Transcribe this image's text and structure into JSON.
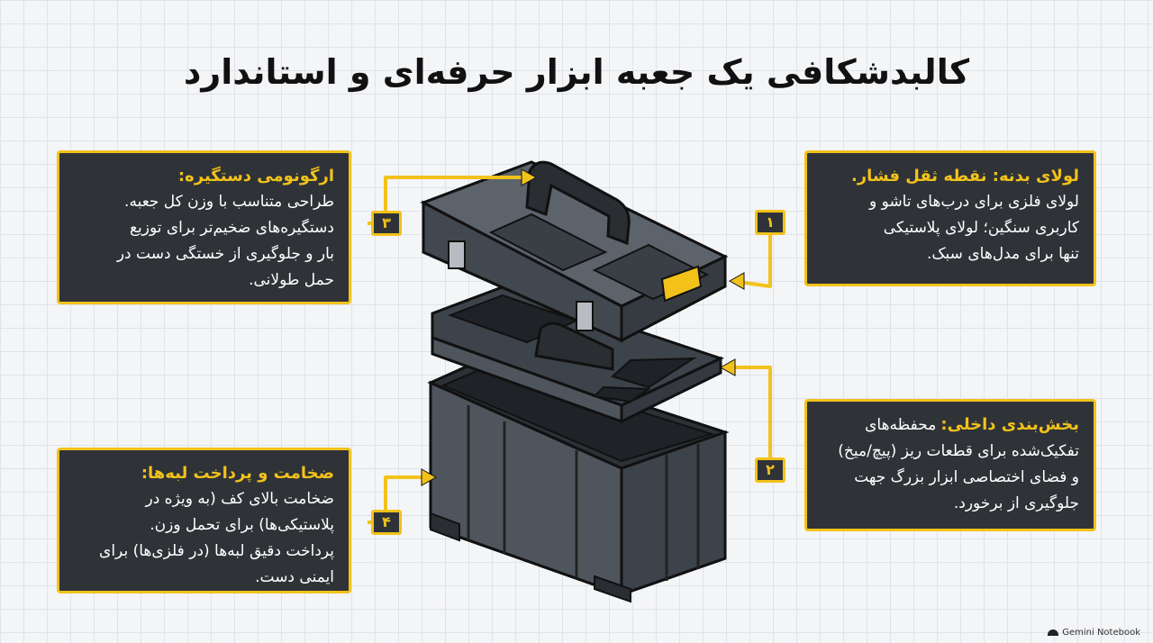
{
  "title": "کالبدشکافی یک جعبه ابزار حرفه‌ای و استاندارد",
  "callouts": [
    {
      "badge": "۱",
      "heading": "لولای بدنه: نقطه ثقل فشار.",
      "lines": [
        "لولای فلزی برای درب‌های تاشو و",
        "کاربری سنگین؛ لولای پلاستیکی",
        "تنها برای مدل‌های سبک."
      ]
    },
    {
      "badge": "۲",
      "heading": "بخش‌بندی داخلی:",
      "heading_suffix": "محفظه‌های",
      "lines": [
        "تفکیک‌شده برای قطعات ریز (پیچ/میخ)",
        "و فضای اختصاصی ابزار بزرگ جهت",
        "جلوگیری از برخورد."
      ]
    },
    {
      "badge": "۳",
      "heading": "ارگونومی دستگیره:",
      "lines": [
        "طراحی متناسب با وزن کل جعبه.",
        "دستگیره‌های ضخیم‌تر برای توزیع",
        "بار و جلوگیری از خستگی دست در",
        "حمل طولانی."
      ]
    },
    {
      "badge": "۴",
      "heading": "ضخامت و پرداخت لبه‌ها:",
      "lines": [
        "ضخامت بالای کف (به ویژه در",
        "پلاستیکی‌ها) برای تحمل وزن.",
        "پرداخت دقیق لبه‌ها (در فلزی‌ها) برای",
        "ایمنی دست."
      ]
    }
  ],
  "footer": "Gemini Notebook",
  "colors": {
    "accent": "#f2c21b",
    "panel": "#2f3338",
    "box": "#4a5058",
    "box_dark": "#2d3137",
    "outline": "#111111"
  }
}
